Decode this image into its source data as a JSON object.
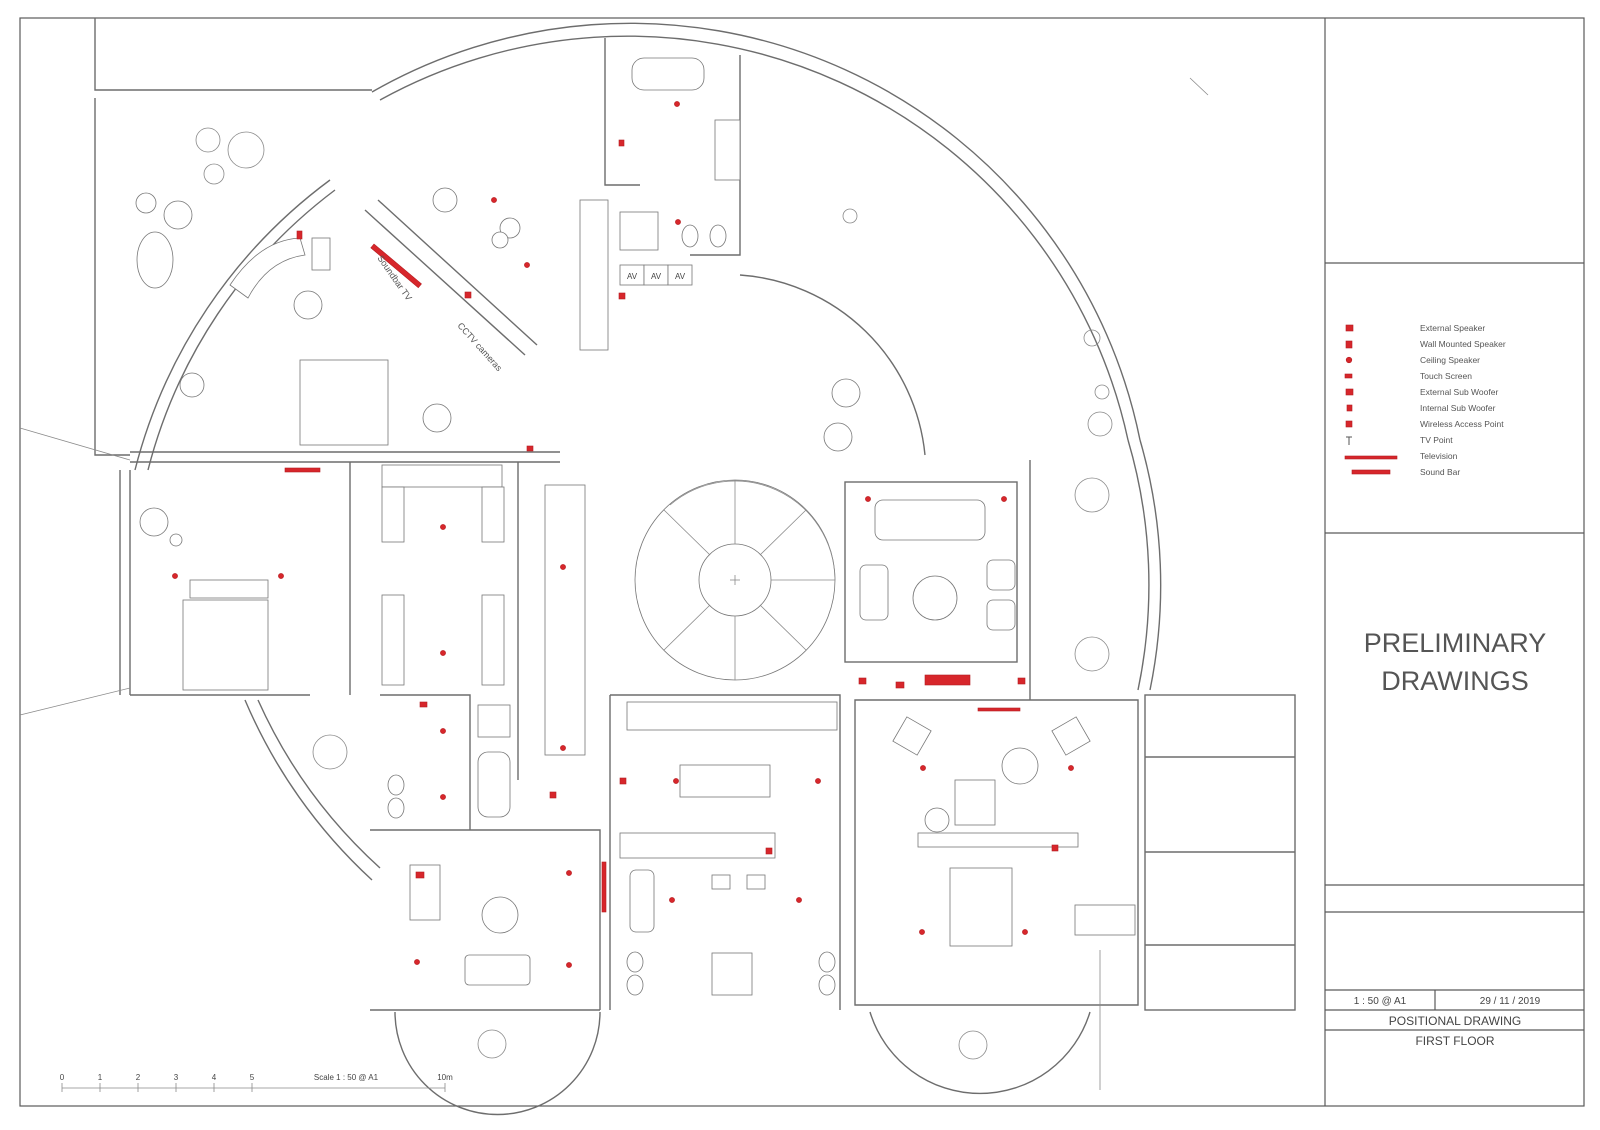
{
  "labels": {
    "soundbar_tv": "Soundbar TV",
    "cctv": "CCTV cameras",
    "av": [
      "AV",
      "AV",
      "AV"
    ]
  },
  "legend": [
    {
      "symbol": "external-speaker",
      "label": "External Speaker"
    },
    {
      "symbol": "wall-mounted-speaker",
      "label": "Wall Mounted Speaker"
    },
    {
      "symbol": "ceiling-speaker",
      "label": "Ceiling Speaker"
    },
    {
      "symbol": "touch-screen",
      "label": "Touch Screen"
    },
    {
      "symbol": "external-sub-woofer",
      "label": "External Sub Woofer"
    },
    {
      "symbol": "internal-sub-woofer",
      "label": "Internal Sub Woofer"
    },
    {
      "symbol": "wireless-access-point",
      "label": "Wireless Access Point"
    },
    {
      "symbol": "tv-point",
      "label": "TV Point"
    },
    {
      "symbol": "television",
      "label": "Television"
    },
    {
      "symbol": "sound-bar",
      "label": "Sound Bar"
    }
  ],
  "title_block": {
    "heading_line1": "PRELIMINARY",
    "heading_line2": "DRAWINGS",
    "scale": "1 : 50 @ A1",
    "date": "29 / 11 / 2019",
    "drawing_title": "POSITIONAL DRAWING",
    "floor": "FIRST FLOOR"
  },
  "scale_bar": {
    "ticks": [
      "0",
      "1",
      "2",
      "3",
      "4",
      "5",
      "10m"
    ],
    "caption": "Scale 1 : 50 @ A1"
  },
  "colors": {
    "accent": "#d7262b",
    "line": "#6d6d6d",
    "paper": "#ffffff"
  }
}
